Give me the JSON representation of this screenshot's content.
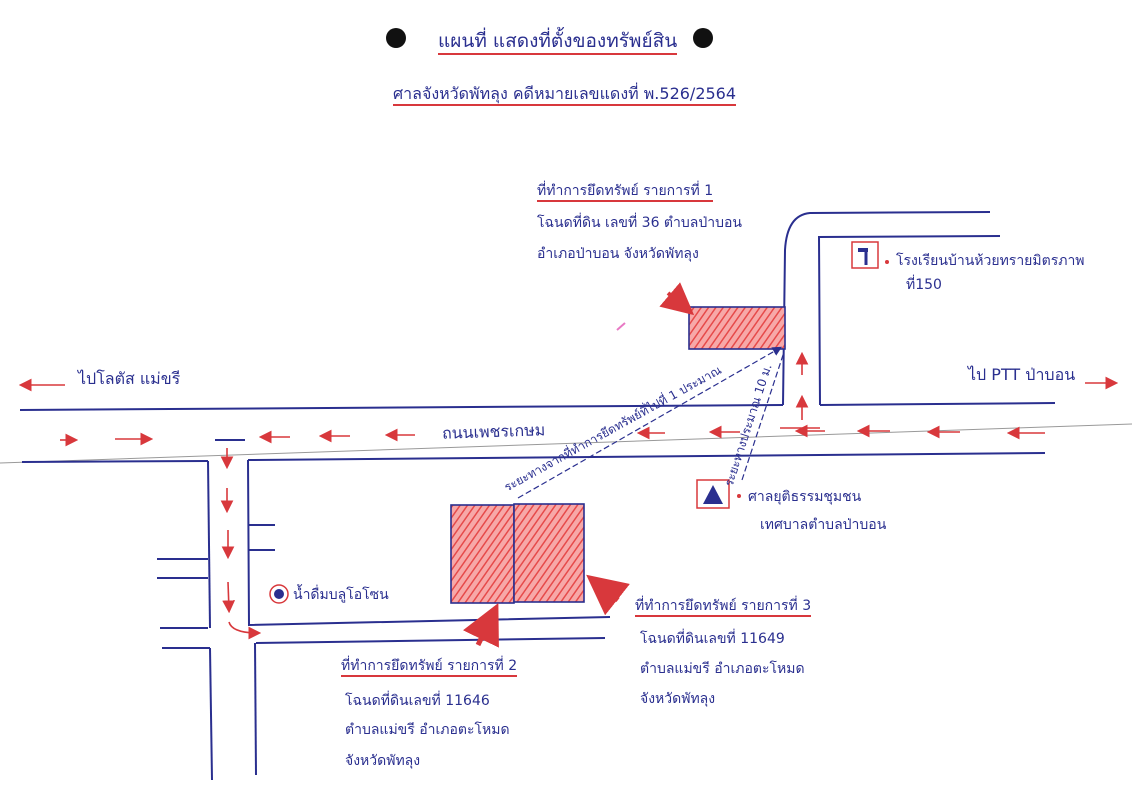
{
  "title": "แผนที่ แสดงที่ตั้งของทรัพย์สิน",
  "subtitle": "ศาลจังหวัดพัทลุง    คดีหมายเลขแดงที่ พ.526/2564",
  "roads": {
    "main": "ถนนเพชรเกษม",
    "to_left": "ไปโลตัส แม่ขรี",
    "to_right": "ไป PTT ป่าบอน"
  },
  "distances": {
    "diag_road": "ระยะทางจากที่ทำการยึดทรัพย์ที่ไปที่ 1 ประมาณ",
    "diag_side": "ระยะทางประมาณ 10 ม."
  },
  "landmarks": {
    "school_line1": "โรงเรียนบ้านห้วยทรายมิตรภาพ",
    "school_line2": "ที่150",
    "shrine_line1": "ศาลยุติธรรมชุมชน",
    "shrine_line2": "เทศบาลตำบลป่าบอน",
    "water_shop": "น้ำดื่มบลูโอโซน"
  },
  "item1": {
    "heading": "ที่ทำการยึดทรัพย์ รายการที่ 1",
    "line1": "โฉนดที่ดิน เลขที่ 36   ตำบลป่าบอน",
    "line2": "อำเภอป่าบอน  จังหวัดพัทลุง"
  },
  "item2": {
    "heading": "ที่ทำการยึดทรัพย์ รายการที่ 2",
    "line1": "โฉนดที่ดินเลขที่ 11646",
    "line2": "ตำบลแม่ขรี   อำเภอตะโหมด",
    "line3": "จังหวัดพัทลุง"
  },
  "item3": {
    "heading": "ที่ทำการยึดทรัพย์ รายการที่ 3",
    "line1": "โฉนดที่ดินเลขที่ 11649",
    "line2": "ตำบลแม่ขรี   อำเภอตะโหมด",
    "line3": "จังหวัดพัทลุง"
  },
  "colors": {
    "ink": "#2a2f8f",
    "red": "#d8383c",
    "fill": "#f06464"
  },
  "icons": {
    "school": "school-flag-icon",
    "shrine": "temple-icon",
    "shop": "location-pin-icon"
  }
}
